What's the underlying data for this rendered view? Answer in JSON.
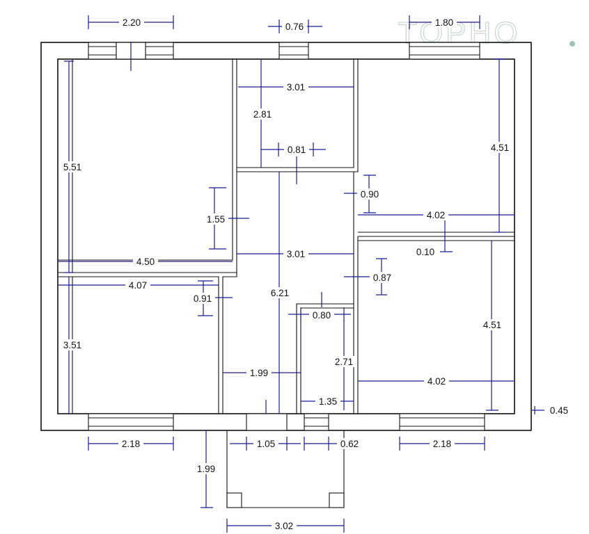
{
  "watermark": "TOPHO",
  "dimensions": {
    "top_window_left": "2.20",
    "top_window_mid": "0.76",
    "top_window_right": "1.80",
    "room1_height": "5.51",
    "room1_width": "4.50",
    "room2_width": "3.01",
    "room2_height": "2.81",
    "room2_door": "0.81",
    "room3_height": "4.51",
    "room3_width": "4.02",
    "hall_offset": "1.55",
    "hall_door_right": "0.90",
    "wall_gap": "0.10",
    "hall_width": "3.01",
    "hall_length": "6.21",
    "room4_width": "4.07",
    "room4_door": "0.91",
    "room4_height": "3.51",
    "bath_door_right": "0.87",
    "bath_door": "0.80",
    "bath_height": "2.71",
    "bath_width": "1.35",
    "room5_height": "4.51",
    "room5_width": "4.02",
    "corridor_width": "1.99",
    "outer_wall": "0.45",
    "bottom_window_left": "2.18",
    "entry_door": "1.05",
    "bottom_window_mid": "0.62",
    "bottom_window_right": "2.18",
    "porch_depth": "1.99",
    "porch_width": "3.02"
  },
  "colors": {
    "dimension_line": "#1a1a9a",
    "wall": "#111111",
    "watermark": "#c8d6d6"
  }
}
